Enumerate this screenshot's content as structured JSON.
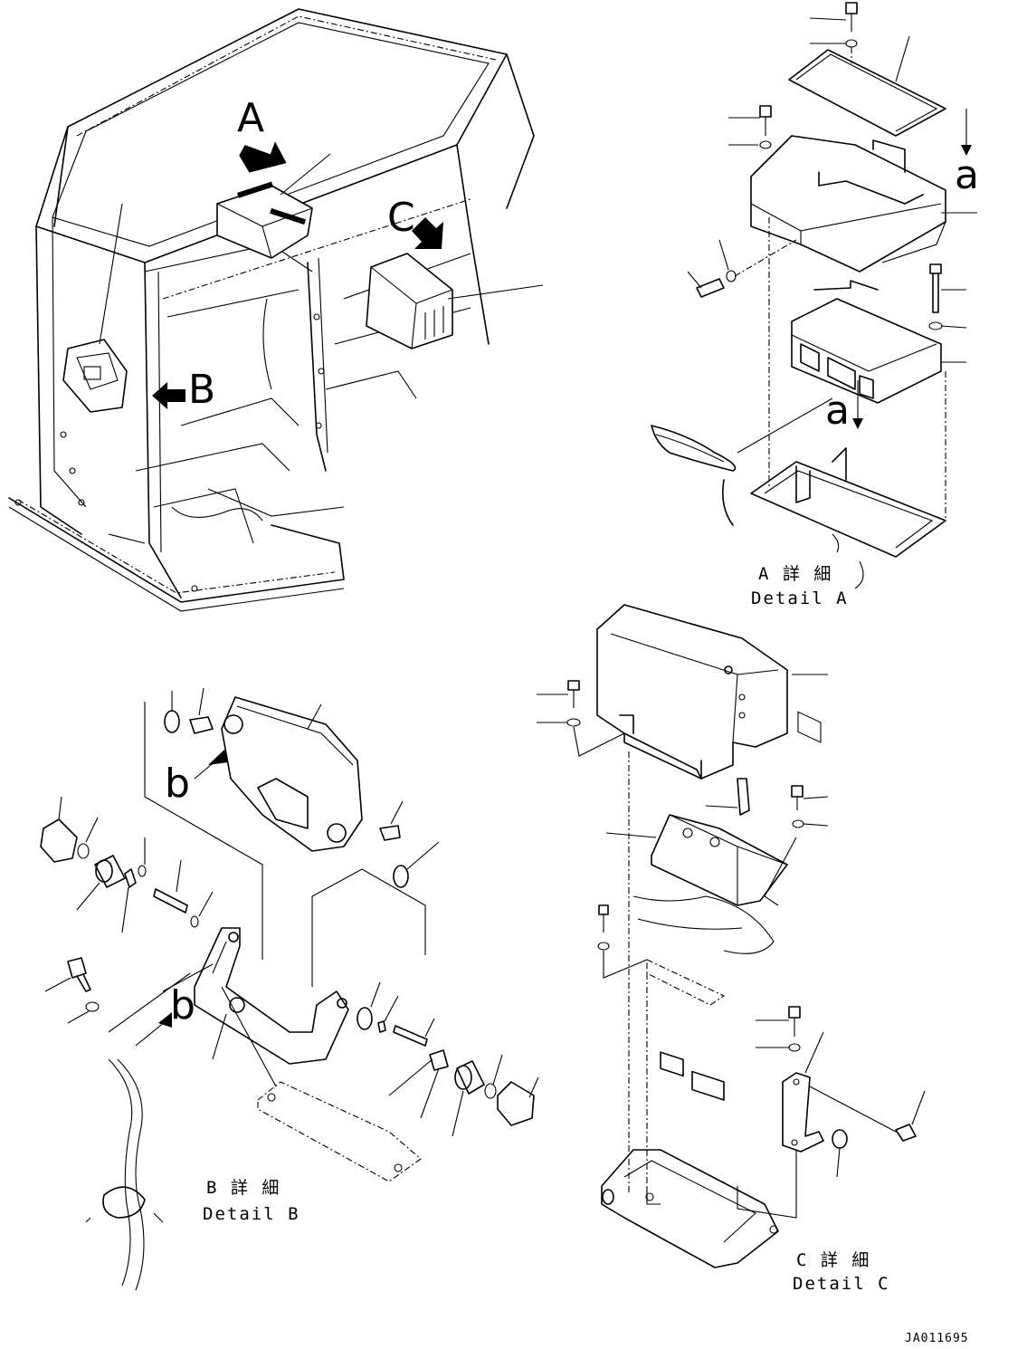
{
  "view_labels": {
    "a": "A",
    "b": "B",
    "c": "C"
  },
  "detail_a": {
    "jp": "A 詳 細",
    "en": "Detail A",
    "ref_letter": "a"
  },
  "detail_b": {
    "jp": "B 詳 細",
    "en": "Detail B",
    "ref_letter": "b"
  },
  "detail_c": {
    "jp": "C 詳 細",
    "en": "Detail C"
  },
  "drawing_code": "JA011695",
  "icons": [
    "arrow-icon",
    "bolt-icon",
    "washer-icon"
  ]
}
